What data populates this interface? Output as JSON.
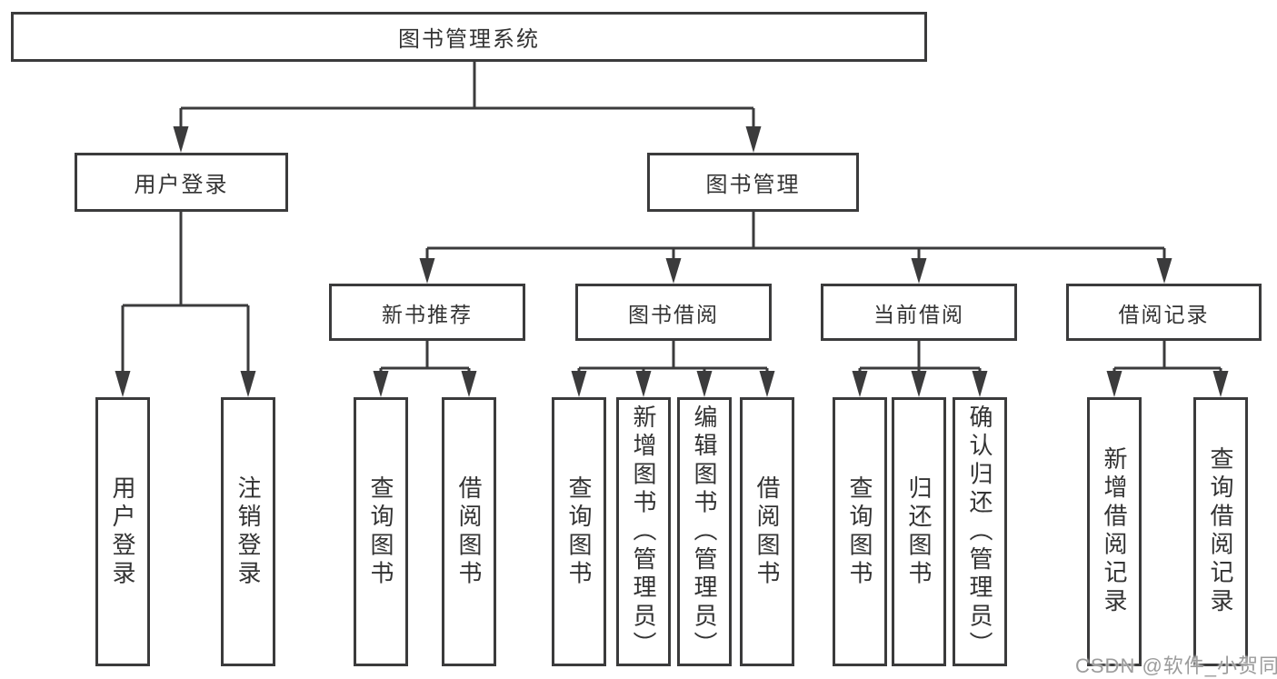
{
  "diagram": {
    "root": {
      "label": "图书管理系统"
    },
    "level2": [
      {
        "id": "user-login",
        "label": "用户登录"
      },
      {
        "id": "book-management",
        "label": "图书管理"
      }
    ],
    "level3": [
      {
        "id": "new-book-recommend",
        "label": "新书推荐"
      },
      {
        "id": "book-borrow",
        "label": "图书借阅"
      },
      {
        "id": "current-borrow",
        "label": "当前借阅"
      },
      {
        "id": "borrow-record",
        "label": "借阅记录"
      }
    ],
    "leaves": [
      {
        "parent": "user-login",
        "label": "用户登录"
      },
      {
        "parent": "user-login",
        "label": "注销登录"
      },
      {
        "parent": "new-book-recommend",
        "label": "查询图书"
      },
      {
        "parent": "new-book-recommend",
        "label": "借阅图书"
      },
      {
        "parent": "book-borrow",
        "label": "查询图书"
      },
      {
        "parent": "book-borrow",
        "label": "新增图书（管理员）"
      },
      {
        "parent": "book-borrow",
        "label": "编辑图书（管理员）"
      },
      {
        "parent": "book-borrow",
        "label": "借阅图书"
      },
      {
        "parent": "current-borrow",
        "label": "查询图书"
      },
      {
        "parent": "current-borrow",
        "label": "归还图书"
      },
      {
        "parent": "current-borrow",
        "label": "确认归还（管理员）"
      },
      {
        "parent": "borrow-record",
        "label": "新增借阅记录"
      },
      {
        "parent": "borrow-record",
        "label": "查询借阅记录"
      }
    ],
    "watermark": "CSDN @软件_小贺同学"
  }
}
